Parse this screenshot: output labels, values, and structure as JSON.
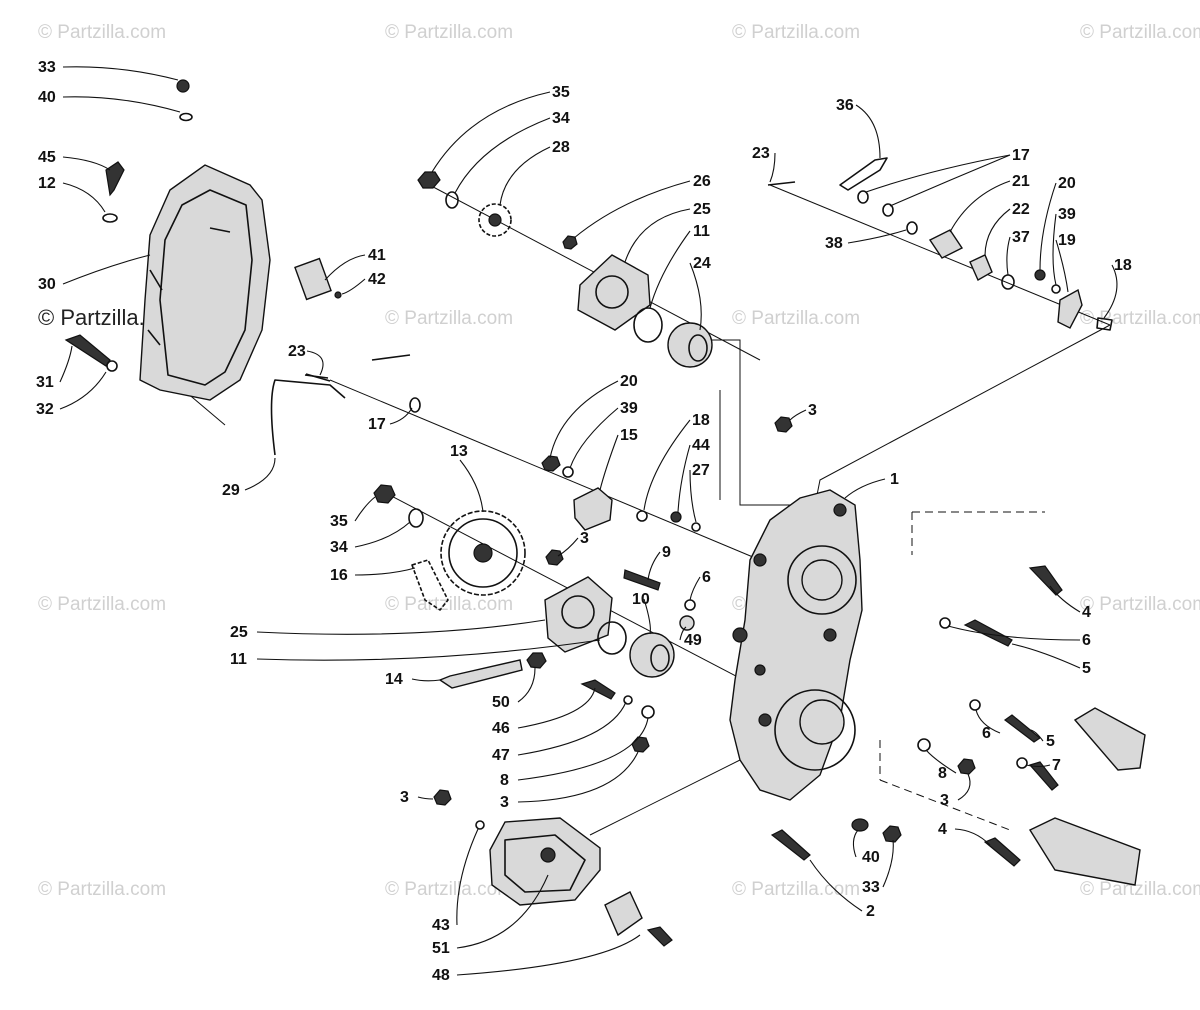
{
  "watermark": "© Partzilla.com",
  "brand": "© Partzilla.com",
  "callouts": {
    "c33a": "33",
    "c40a": "40",
    "c45": "45",
    "c12": "12",
    "c30": "30",
    "c31": "31",
    "c32": "32",
    "c41": "41",
    "c42": "42",
    "c23a": "23",
    "c17a": "17",
    "c29": "29",
    "c35a": "35",
    "c34a": "34",
    "c28": "28",
    "c26": "26",
    "c25a": "25",
    "c11a": "11",
    "c24": "24",
    "c36": "36",
    "c23b": "23",
    "c17b": "17",
    "c21": "21",
    "c22": "22",
    "c38": "38",
    "c37": "37",
    "c20a": "20",
    "c39a": "39",
    "c19": "19",
    "c18a": "18",
    "c20b": "20",
    "c39b": "39",
    "c15": "15",
    "c18b": "18",
    "c44": "44",
    "c27": "27",
    "c3a": "3",
    "c1": "1",
    "c13": "13",
    "c35b": "35",
    "c34b": "34",
    "c16": "16",
    "c3b": "3",
    "c9": "9",
    "c6a": "6",
    "c10": "10",
    "c49": "49",
    "c25b": "25",
    "c11b": "11",
    "c14": "14",
    "c50": "50",
    "c46": "46",
    "c47": "47",
    "c8a": "8",
    "c3c": "3",
    "c4a": "4",
    "c6b": "6",
    "c5a": "5",
    "c6c": "6",
    "c5b": "5",
    "c7": "7",
    "c8b": "8",
    "c3d": "3",
    "c4b": "4",
    "c40b": "40",
    "c33b": "33",
    "c2": "2",
    "c3e": "3",
    "c43": "43",
    "c51": "51",
    "c48": "48"
  }
}
